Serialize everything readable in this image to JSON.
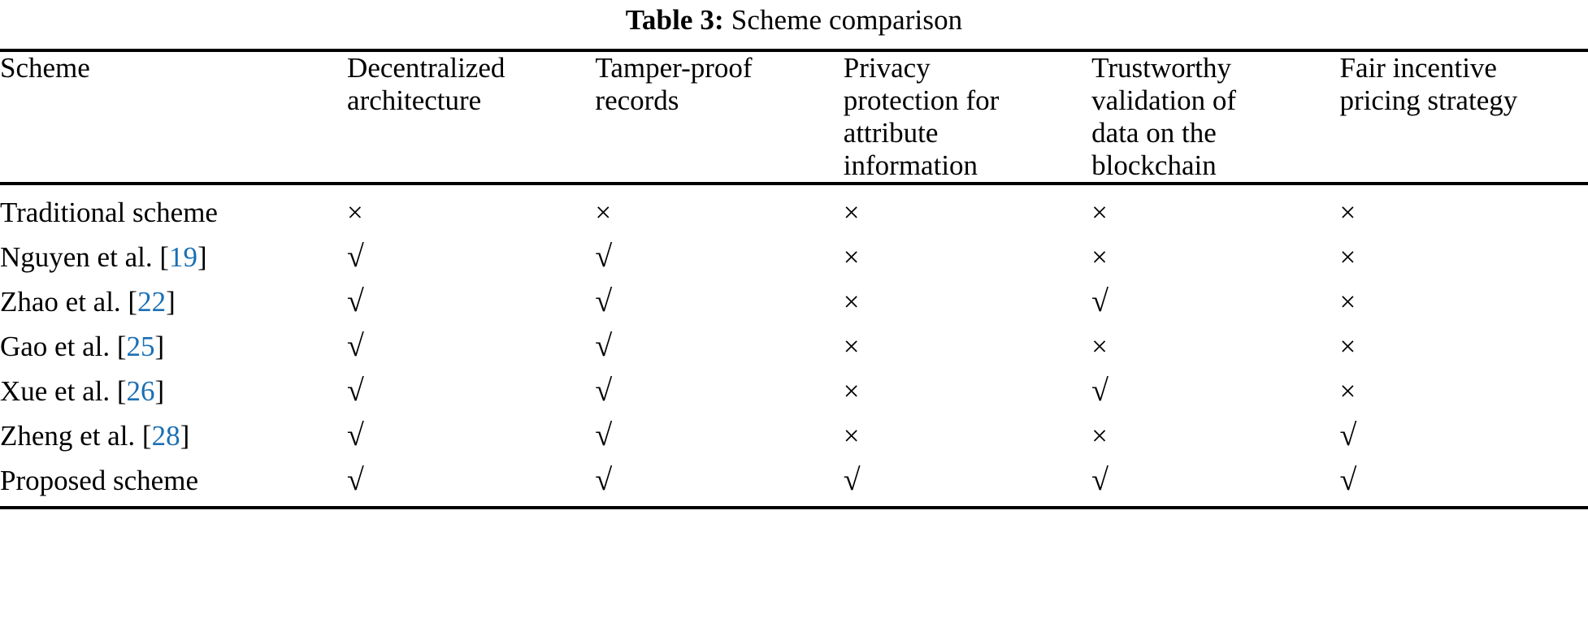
{
  "caption": {
    "label": "Table 3:",
    "text": "Scheme comparison"
  },
  "colors": {
    "citation": "#1a6fb4",
    "text": "#000000",
    "background": "#ffffff",
    "rule": "#000000"
  },
  "symbols": {
    "check": "√",
    "cross": "×"
  },
  "table": {
    "columns": [
      {
        "id": "scheme",
        "lines": [
          "Scheme"
        ]
      },
      {
        "id": "decentralized",
        "lines": [
          "Decentralized",
          "architecture"
        ]
      },
      {
        "id": "tamper",
        "lines": [
          "Tamper-proof",
          "records"
        ]
      },
      {
        "id": "privacy",
        "lines": [
          "Privacy",
          "protection for",
          "attribute",
          "information"
        ]
      },
      {
        "id": "validation",
        "lines": [
          "Trustworthy",
          "validation of",
          "data on the",
          "blockchain"
        ]
      },
      {
        "id": "incentive",
        "lines": [
          "Fair incentive",
          "pricing strategy"
        ]
      }
    ],
    "rows": [
      {
        "name_prefix": "Traditional scheme",
        "cite": "",
        "marks": [
          "cross",
          "cross",
          "cross",
          "cross",
          "cross"
        ]
      },
      {
        "name_prefix": "Nguyen et al. [",
        "cite": "19",
        "name_suffix": "]",
        "marks": [
          "check",
          "check",
          "cross",
          "cross",
          "cross"
        ]
      },
      {
        "name_prefix": "Zhao et al. [",
        "cite": "22",
        "name_suffix": "]",
        "marks": [
          "check",
          "check",
          "cross",
          "check",
          "cross"
        ]
      },
      {
        "name_prefix": "Gao et al. [",
        "cite": "25",
        "name_suffix": "]",
        "marks": [
          "check",
          "check",
          "cross",
          "cross",
          "cross"
        ]
      },
      {
        "name_prefix": "Xue et al. [",
        "cite": "26",
        "name_suffix": "]",
        "marks": [
          "check",
          "check",
          "cross",
          "check",
          "cross"
        ]
      },
      {
        "name_prefix": "Zheng et al. [",
        "cite": "28",
        "name_suffix": "]",
        "marks": [
          "check",
          "check",
          "cross",
          "cross",
          "check"
        ]
      },
      {
        "name_prefix": "Proposed scheme",
        "cite": "",
        "marks": [
          "check",
          "check",
          "check",
          "check",
          "check"
        ]
      }
    ]
  }
}
